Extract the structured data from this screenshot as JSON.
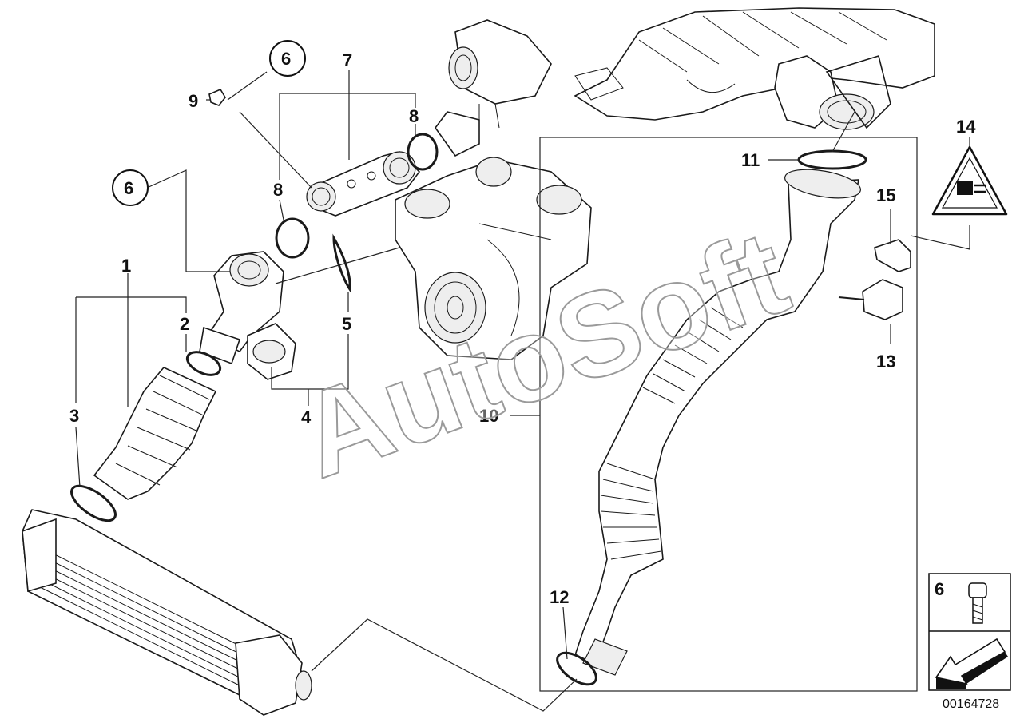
{
  "diagram": {
    "part_labels": [
      "1",
      "2",
      "3",
      "4",
      "5",
      "6",
      "6",
      "7",
      "8",
      "8",
      "9",
      "10",
      "11",
      "12",
      "13",
      "14",
      "15"
    ],
    "detail_box_label": "6",
    "watermark": "AutoSoft",
    "image_number": "00164728"
  }
}
